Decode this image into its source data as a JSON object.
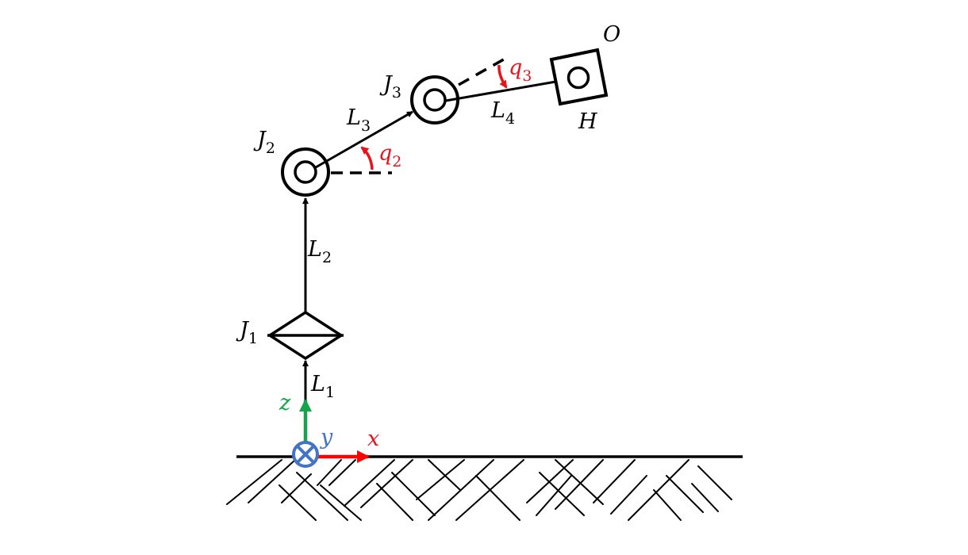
{
  "colors": {
    "line": "#000000",
    "angle": "#e8141c",
    "axis_x": "#ff0000",
    "axis_z": "#14a54a",
    "axis_y": "#4472c4"
  },
  "labels": {
    "object": "O",
    "hand": "H",
    "joint1": {
      "main": "J",
      "sub": "1"
    },
    "joint2": {
      "main": "J",
      "sub": "2"
    },
    "joint3": {
      "main": "J",
      "sub": "3"
    },
    "link1": {
      "main": "L",
      "sub": "1"
    },
    "link2": {
      "main": "L",
      "sub": "2"
    },
    "link3": {
      "main": "L",
      "sub": "3"
    },
    "link4": {
      "main": "L",
      "sub": "4"
    },
    "angle2": {
      "main": "q",
      "sub": "2"
    },
    "angle3": {
      "main": "q",
      "sub": "3"
    },
    "axis_x": "x",
    "axis_y": "y",
    "axis_z": "z"
  },
  "icons": {
    "ground": "hatched-ground-icon",
    "prismatic_joint": "diamond-joint-icon",
    "revolute_joint": "double-circle-joint-icon",
    "end_effector": "square-gripper-icon",
    "y_axis": "circled-cross-icon"
  }
}
